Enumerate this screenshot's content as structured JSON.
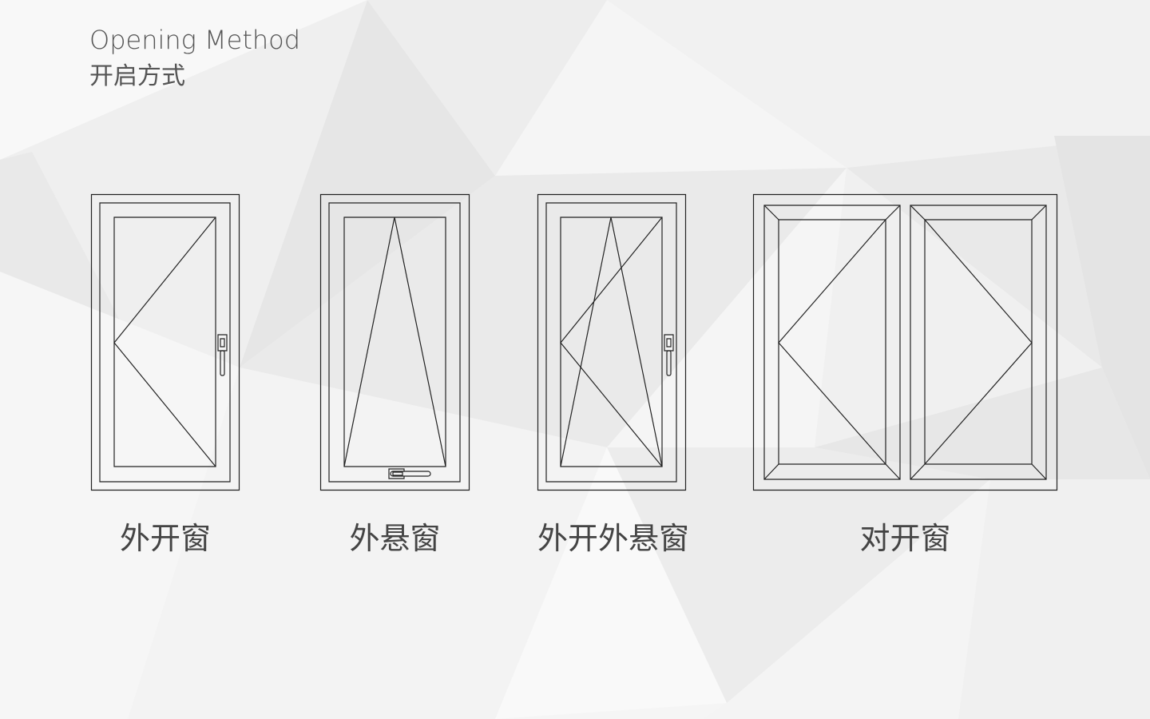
{
  "heading": {
    "title_en": "Opening Method",
    "title_zh": "开启方式"
  },
  "colors": {
    "background": "#f4f4f4",
    "line": "#222222",
    "heading_text": "#555555",
    "caption_text": "#444444"
  },
  "windows": [
    {
      "type": "casement-outward",
      "caption": "外开窗"
    },
    {
      "type": "top-hung-outward",
      "caption": "外悬窗"
    },
    {
      "type": "tilt-and-turn",
      "caption": "外开外悬窗"
    },
    {
      "type": "double-casement",
      "caption": "对开窗"
    }
  ]
}
